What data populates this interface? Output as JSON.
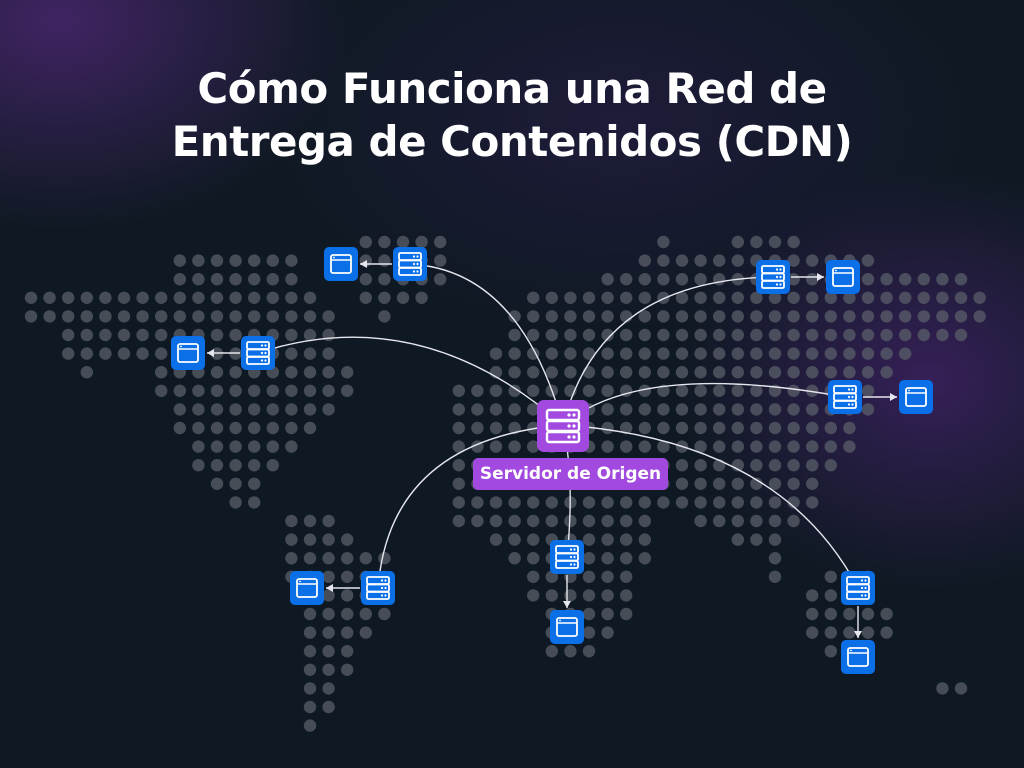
{
  "title": {
    "line1": "Cómo Funciona una Red de",
    "line2": "Entrega de Contenidos (CDN)"
  },
  "origin": {
    "label": "Servidor de Origen",
    "icon": "server-icon",
    "color": "#a24ae0"
  },
  "edge_color": "#0b6fe8",
  "edges": [
    {
      "name": "north-america-north",
      "server_icon": "server-icon",
      "client_icon": "browser-window-icon",
      "direction": "left"
    },
    {
      "name": "north-america-west",
      "server_icon": "server-icon",
      "client_icon": "browser-window-icon",
      "direction": "left"
    },
    {
      "name": "asia-north",
      "server_icon": "server-icon",
      "client_icon": "browser-window-icon",
      "direction": "right"
    },
    {
      "name": "asia-east",
      "server_icon": "server-icon",
      "client_icon": "browser-window-icon",
      "direction": "right"
    },
    {
      "name": "south-america",
      "server_icon": "server-icon",
      "client_icon": "browser-window-icon",
      "direction": "left"
    },
    {
      "name": "africa",
      "server_icon": "server-icon",
      "client_icon": "browser-window-icon",
      "direction": "down"
    },
    {
      "name": "oceania",
      "server_icon": "server-icon",
      "client_icon": "browser-window-icon",
      "direction": "down"
    }
  ]
}
